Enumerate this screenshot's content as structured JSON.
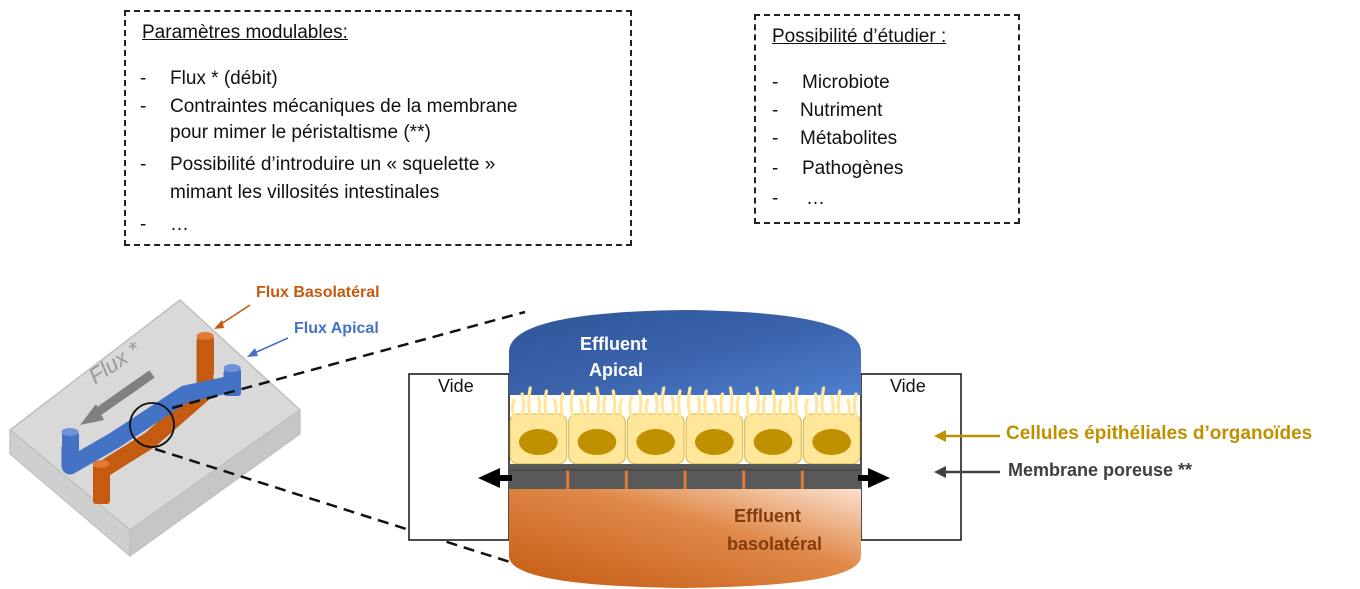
{
  "params": {
    "title": "Paramètres modulables:",
    "items": [
      "Flux * (débit)",
      "Contraintes mécaniques de la membrane",
      "pour mimer le péristaltisme (**)",
      "Possibilité d’introduire un « squelette »",
      "mimant les villosités intestinales",
      "…"
    ]
  },
  "study": {
    "title": "Possibilité d’étudier :",
    "items": [
      "Microbiote",
      "Nutriment",
      "Métabolites",
      "Pathogènes",
      "…"
    ]
  },
  "chip": {
    "flux_basolateral": "Flux Basolatéral",
    "flux_apical": "Flux Apical",
    "flux": "Flux *"
  },
  "section": {
    "effluent_apical_1": "Effluent",
    "effluent_apical_2": "Apical",
    "effluent_baso_1": "Effluent",
    "effluent_baso_2": "basolatéral",
    "vide_left": "Vide",
    "vide_right": "Vide"
  },
  "labels": {
    "cells": "Cellules épithéliales d’organoïdes",
    "membrane": "Membrane poreuse **"
  },
  "colors": {
    "apical_blue": "#4472c4",
    "basolateral_orange": "#c55a11",
    "cells_gold": "#bf9000",
    "membrane_grey": "#595959"
  }
}
